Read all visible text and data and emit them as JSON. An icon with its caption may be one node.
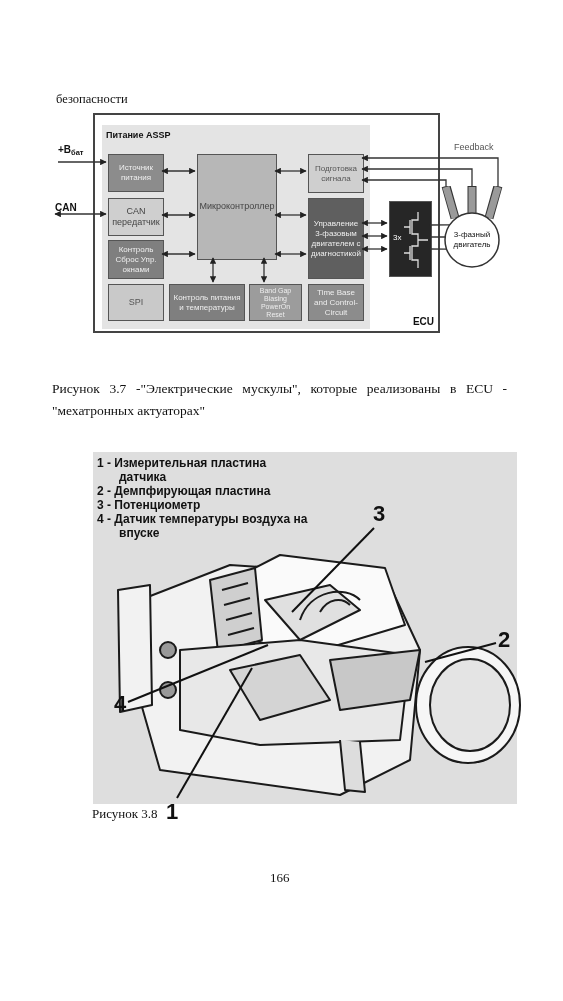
{
  "diagram": {
    "nodes": [
      {
        "text": [
          "ECU"
        ]
      },
      {
        "text": [
          "Питание ASSP"
        ],
        "in": 0
      },
      {
        "text": [
          "Источник питания"
        ],
        "in": 1
      },
      {
        "text": [
          "CAN передатчик"
        ],
        "in": 1
      },
      {
        "text": [
          "Контроль Сброс Упр. окнами"
        ],
        "in": 1
      },
      {
        "text": [
          "SPI"
        ],
        "in": 1
      },
      {
        "text": [
          "Микроконтроллер"
        ],
        "in": 1
      },
      {
        "text": [
          "Контроль питания и температуры"
        ],
        "in": 1
      },
      {
        "text": [
          "Band Gap Biasing PowerOn Reset"
        ],
        "in": 1
      },
      {
        "text": [
          "Подготовка сигнала"
        ],
        "in": 1
      },
      {
        "text": [
          "Управление 3-фазовым двигателем с диагностикой"
        ],
        "in": 1
      },
      {
        "text": [
          "Time Base and Control-Circuit"
        ],
        "in": 1
      },
      {
        "text": [
          "3x"
        ],
        "in": 0
      },
      {
        "text": [
          "3-фазный двигатель"
        ]
      },
      {
        "text": [
          "+B$_{бат}$"
        ]
      },
      {
        "text": [
          "CAN"
        ]
      },
      {
        "text": [
          "3"
        ]
      },
      {
        "text": [
          "2"
        ]
      },
      {
        "text": [
          "4"
        ]
      },
      {
        "text": [
          "1"
        ]
      }
    ],
    "edges": [
      {
        "from": 14,
        "to": 2,
        "arrow": "to"
      },
      {
        "from": 15,
        "to": 3,
        "arrow": "both"
      },
      {
        "from": 2,
        "to": 6,
        "arrow": "both"
      },
      {
        "from": 3,
        "to": 6,
        "arrow": "both"
      },
      {
        "from": 4,
        "to": 6,
        "arrow": "both"
      },
      {
        "from": 6,
        "to": 9,
        "arrow": "both"
      },
      {
        "from": 6,
        "to": 10,
        "arrow": "both"
      },
      {
        "from": 6,
        "to": 10,
        "arrow": "both"
      },
      {
        "from": 6,
        "to": 7,
        "arrow": "both"
      },
      {
        "from": 6,
        "to": 8,
        "arrow": "both"
      },
      {
        "from": 10,
        "to": 12,
        "arrow": "both"
      },
      {
        "from": 10,
        "to": 12,
        "arrow": "both"
      },
      {
        "from": 10,
        "to": 12,
        "arrow": "both"
      },
      {
        "from": 12,
        "to": 13,
        "arrow": "none"
      },
      {
        "from": 12,
        "to": 13,
        "arrow": "none"
      },
      {
        "from": 12,
        "to": 13,
        "arrow": "none"
      },
      {
        "from": 13,
        "to": 9,
        "arrow": "to",
        "label": "Feedback"
      },
      {
        "from": 13,
        "to": 9,
        "arrow": "to"
      },
      {
        "from": 13,
        "to": 9,
        "arrow": "to"
      },
      {
        "from": 16,
        "to": null,
        "arrow": "none"
      },
      {
        "from": 17,
        "to": null,
        "arrow": "none"
      },
      {
        "from": 18,
        "to": null,
        "arrow": "none"
      },
      {
        "from": 19,
        "to": null,
        "arrow": "none"
      }
    ],
    "labels": [
      "безопасности",
      "Рисунок 3.7 -\"Электрические мускулы\", которые реализованы в ECU - \"мехатронных актуаторах\"",
      "1 - Измерительная пластина датчика",
      "2 - Демпфирующая пластина",
      "3 - Потенциометр",
      "4 - Датчик температуры воздуха на впуске",
      "Рисунок 3.8",
      "166"
    ]
  }
}
